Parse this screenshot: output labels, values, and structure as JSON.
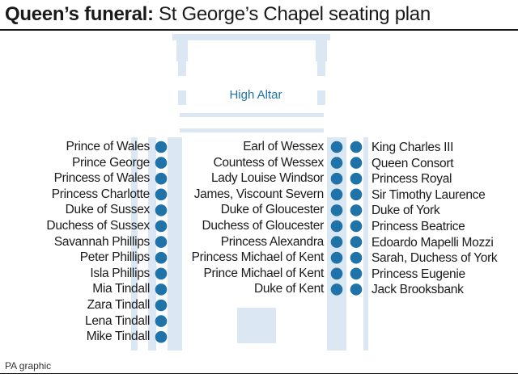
{
  "title": {
    "bold": "Queen’s funeral:",
    "rest": " St George’s Chapel seating plan"
  },
  "altar_label": "High Altar",
  "credit": "PA graphic",
  "colors": {
    "dot": "#1f73a8",
    "structure": "#dbe7f3",
    "text": "#1a1a1a",
    "altar_text": "#1f73a8"
  },
  "seating": {
    "left": [
      "Prince of Wales",
      "Prince George",
      "Princess of Wales",
      "Princess Charlotte",
      "Duke of Sussex",
      "Duchess of Sussex",
      "Savannah Phillips",
      "Peter Phillips",
      "Isla Phillips",
      "Mia Tindall",
      "Zara Tindall",
      "Lena Tindall",
      "Mike Tindall"
    ],
    "center": [
      "Earl of Wessex",
      "Countess of Wessex",
      "Lady Louise Windsor",
      "James, Viscount Severn",
      "Duke of Gloucester",
      "Duchess of Gloucester",
      "Princess Alexandra",
      "Princess Michael of Kent",
      "Prince Michael of Kent",
      "Duke of Kent"
    ],
    "right": [
      "King Charles III",
      "Queen Consort",
      "Princess Royal",
      "Sir Timothy Laurence",
      "Duke of York",
      "Princess Beatrice",
      "Edoardo Mapelli Mozzi",
      "Sarah, Duchess of York",
      "Princess Eugenie",
      "Jack Brooksbank"
    ]
  }
}
